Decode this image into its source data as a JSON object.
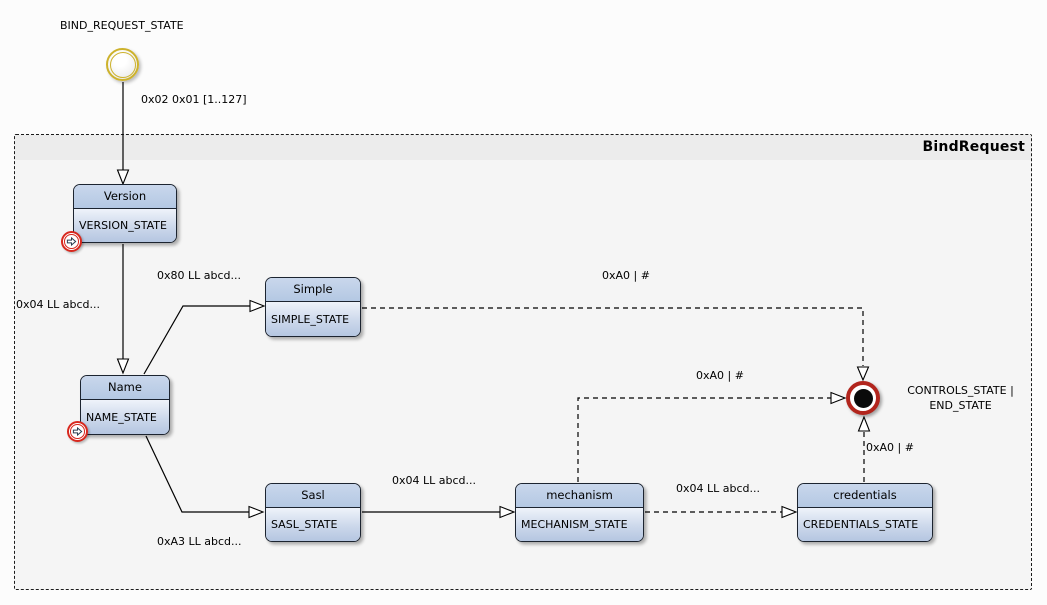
{
  "diagram": {
    "type": "uml-state-machine",
    "initial_state": {
      "label": "BIND_REQUEST_STATE"
    },
    "frame": {
      "title": "BindRequest"
    },
    "states": [
      {
        "id": "version",
        "title": "Version",
        "state": "VERSION_STATE",
        "has_entry_icon": true
      },
      {
        "id": "simple",
        "title": "Simple",
        "state": "SIMPLE_STATE",
        "has_entry_icon": false
      },
      {
        "id": "name",
        "title": "Name",
        "state": "NAME_STATE",
        "has_entry_icon": true
      },
      {
        "id": "sasl",
        "title": "Sasl",
        "state": "SASL_STATE",
        "has_entry_icon": false
      },
      {
        "id": "mechanism",
        "title": "mechanism",
        "state": "MECHANISM_STATE",
        "has_entry_icon": false
      },
      {
        "id": "credentials",
        "title": "credentials",
        "state": "CREDENTIALS_STATE",
        "has_entry_icon": false
      }
    ],
    "final_state": {
      "label_line1": "CONTROLS_STATE |",
      "label_line2": "END_STATE"
    },
    "transitions": {
      "init_to_version": "0x02 0x01 [1..127]",
      "version_to_name": "0x04 LL abcd...",
      "name_to_simple": "0x80 LL abcd...",
      "name_to_sasl": "0xA3 LL abcd...",
      "sasl_to_mechanism": "0x04 LL abcd...",
      "mechanism_to_credentials": "0x04 LL abcd...",
      "simple_to_end": "0xA0 | #",
      "mechanism_to_end": "0xA0 | #",
      "credentials_to_end": "0xA0 | #"
    },
    "colors": {
      "state_border": "#1c2430",
      "state_title_top": "#c9d7ec",
      "state_title_bottom": "#b4c8e3",
      "state_body_top": "#eff3fa",
      "state_body_bottom": "#b5c6e1",
      "initial_ring": "#cdb22c",
      "final_ring": "#b2251d",
      "entry_icon_ring": "#d8281e",
      "frame_header_bg": "#ececec",
      "frame_body_bg": "#f5f5f5",
      "canvas_bg": "#fcfcfc"
    }
  }
}
